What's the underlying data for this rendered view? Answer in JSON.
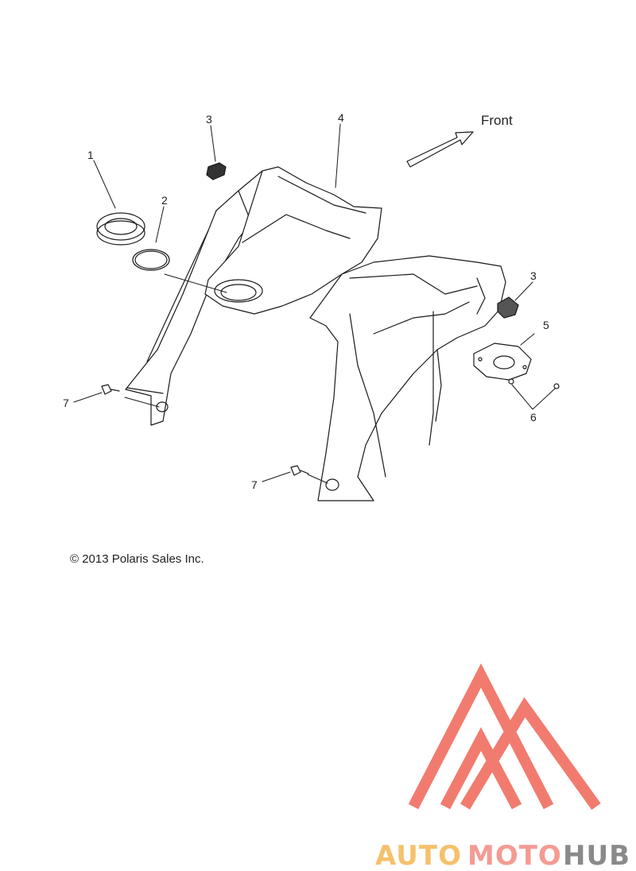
{
  "diagram": {
    "callouts": {
      "c1": "1",
      "c2": "2",
      "c3a": "3",
      "c3b": "3",
      "c4": "4",
      "c5": "5",
      "c6": "6",
      "c7a": "7",
      "c7b": "7"
    },
    "front_label": "Front",
    "copyright": "© 2013 Polaris Sales Inc."
  },
  "watermark": {
    "text_part1": "AUTO",
    "text_part2": "MOTO",
    "text_part3": "HUB",
    "colors": {
      "auto": "#f5c16c",
      "moto": "#f49b93",
      "hub": "#8a8a8a",
      "triangle": "#f27b6f"
    }
  }
}
